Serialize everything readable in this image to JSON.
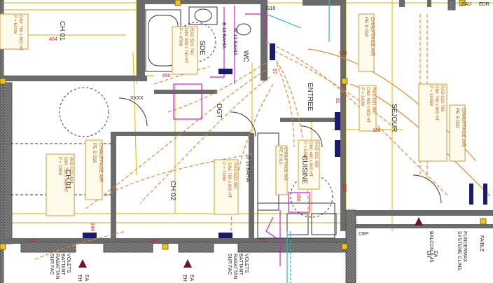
{
  "rooms": {
    "ch01_top": "CH 01",
    "sde": "SDE",
    "wc": "WC",
    "dgt": "DGT",
    "entree": "ENTREE",
    "sejour": "SEJOUR",
    "ch01": "CH 01",
    "ch02": "CH 02",
    "cuisine": "CUISINE",
    "balcon": "BALCON 6.45",
    "eau": "EAU",
    "edr": "EDR"
  },
  "radiators": {
    "ch01_top": [
      "DIM: 700 x 900 HT",
      "P = 641W"
    ],
    "sde": [
      "RAD SDV 740",
      "DIM: 500 x 740 HT",
      "P = 479W"
    ],
    "entree": [
      "RAD G01 400",
      "DIM: 400 x 900 HT",
      "P = 141W"
    ],
    "sejour": [
      "RAD G22 700",
      "DIM: 700 x 900 HT",
      "P = 1145W"
    ],
    "cuisine": [
      "RAD G11 400",
      "DIM: 400 x 900 HT",
      "P = 245W"
    ],
    "ch02": [
      "RAD G22 400",
      "DIM: 700 x 900 HT",
      "P = 719W"
    ],
    "ch01": [
      "RAD G22 400",
      "DIM: 700 x 900 HT",
      "P = 724W"
    ]
  },
  "chauffage": {
    "top": [
      "CHAUFFAGE AIR",
      "PE 9 016"
    ],
    "sejour": [
      "CHAUFFAGE AIR",
      "PE 9 016"
    ],
    "ch01": [
      "CHAUFFAGE AIR",
      "PE 9 016"
    ],
    "cuisine": [
      "CHAUFFAGE AIR",
      "PE 9 016"
    ]
  },
  "bahia": {
    "b1": "B 13 BAHIA",
    "b2": "W 13 BAHIA",
    "b3": "G 13 BAHIA"
  },
  "dimensions": {
    "d404": "404",
    "d650": "650",
    "d366": "366",
    "d188": "188",
    "d186": "186",
    "d91": "91",
    "d57": "57",
    "d244": "244",
    "d243": "243",
    "d340": "340",
    "d250": "250",
    "d270": "270"
  },
  "misc": {
    "g16": "G16",
    "xxxx": "XXXX",
    "ea1": "EA",
    "eh1": "EH",
    "ea2": "EA",
    "eh2": "EH",
    "ea3": "EA",
    "eh3": "EH",
    "volets1": "VOLETS",
    "battant1": "BATTANT",
    "rabattan1": "RABATTAN",
    "sur1": "SUR FAC",
    "volets2": "VOLETS",
    "battant2": "BATTANT",
    "rabattan2": "RABATTAN",
    "sur2": "SUR FAC",
    "fundermax": "FUNDERMAX",
    "systeme": "SYSTEME CLINS",
    "faible": "FAIBLE",
    "cep": "CEP"
  },
  "colors": {
    "wall": "#6b6b6b",
    "yellow": "#e8c21a",
    "orange": "#e8893a",
    "magenta": "#d21fd2",
    "cyan": "#1fb9c9"
  }
}
